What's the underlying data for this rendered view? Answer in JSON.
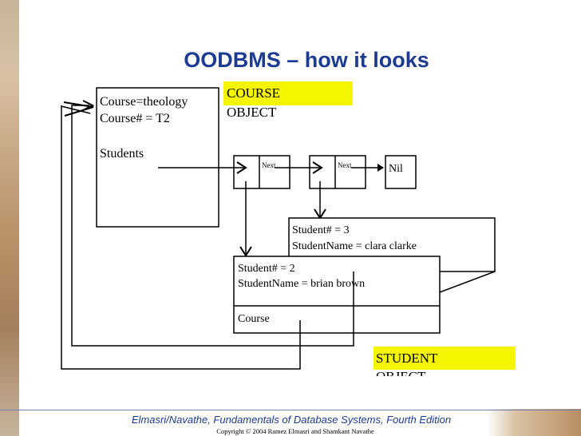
{
  "slide": {
    "title": "OODBMS – how it looks",
    "footer": "Elmasri/Navathe, Fundamentals of Database Systems, Fourth Edition",
    "copyright": "Copyright © 2004 Ramez Elmasri and Shamkant Navathe"
  },
  "diagram": {
    "course_box": {
      "line1": "Course=theology",
      "line2": "Course# = T2",
      "line3": "Students"
    },
    "course_label": {
      "line1": "COURSE",
      "line2": "OBJECT"
    },
    "list_nodes": {
      "next1": "Next",
      "next2": "Next",
      "nil": "Nil"
    },
    "student3": {
      "line1": "Student# = 3",
      "line2": "StudentName = clara  clarke"
    },
    "student2": {
      "line1": "Student# = 2",
      "line2": "StudentName = brian  brown",
      "course": "Course"
    },
    "student_label": {
      "line1": "STUDENT",
      "line2": "OBJECT"
    },
    "colors": {
      "highlight": "#f5f500",
      "title": "#1c3b93"
    }
  }
}
